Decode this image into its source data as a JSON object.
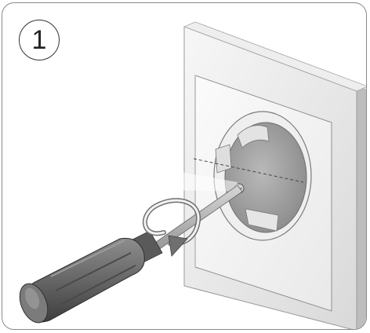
{
  "step": {
    "number": "1"
  },
  "illustration": {
    "subject": "screwdriver-loosening-socket-screw",
    "rotation_direction": "counter-clockwise",
    "colors": {
      "frame_border": "#8a8a8a",
      "socket_frame": "#e6e6e6",
      "socket_face": "#f2f2f2",
      "handle": "#6d6d6d",
      "handle_dark": "#3f3f3f",
      "shaft": "#9b9b9b"
    }
  }
}
